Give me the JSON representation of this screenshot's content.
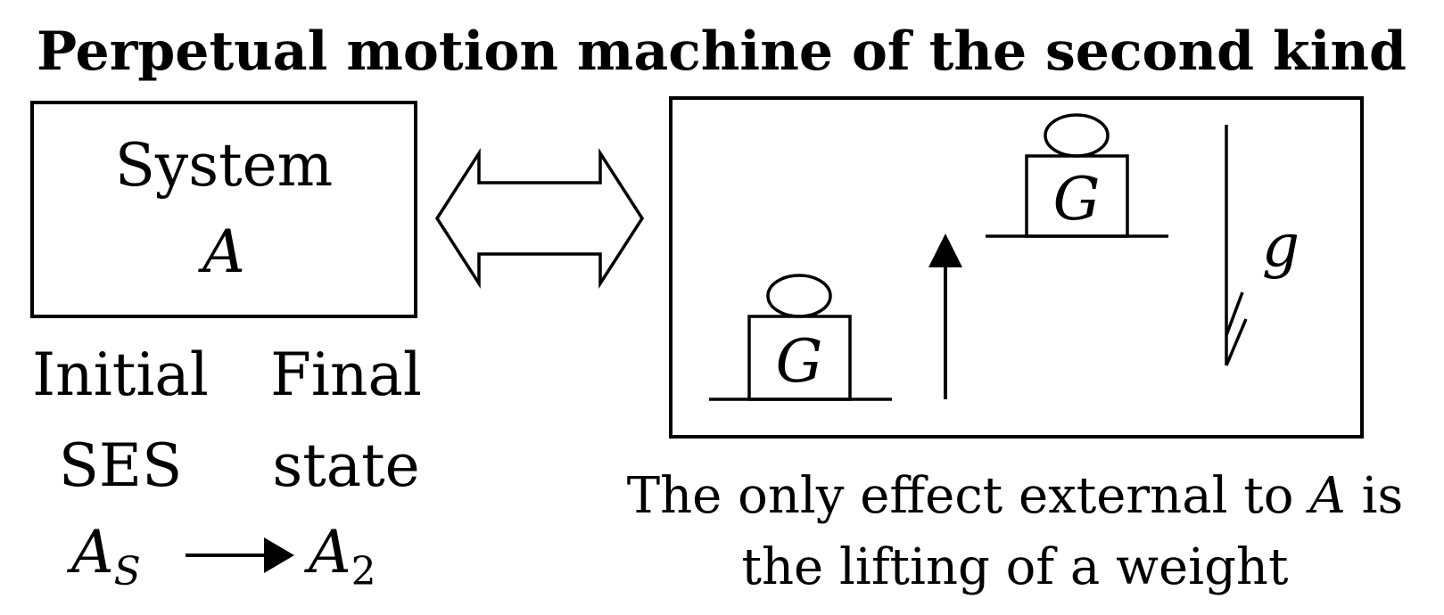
{
  "title": "Perpetual motion machine of the second kind",
  "system_box": {
    "line1": "System",
    "line2": "A"
  },
  "states": {
    "initial_line1": "Initial",
    "initial_line2": "SES",
    "final_line1": "Final",
    "final_line2": "state",
    "initial_symbol": "A",
    "initial_subscript": "S",
    "final_symbol": "A",
    "final_subscript": "2"
  },
  "weights": {
    "lower_label": "G",
    "upper_label": "G",
    "gravity_label": "g"
  },
  "caption": {
    "line1_before": "The only effect external to ",
    "line1_symbol": "A",
    "line1_after": " is",
    "line2": "the lifting of a weight"
  }
}
